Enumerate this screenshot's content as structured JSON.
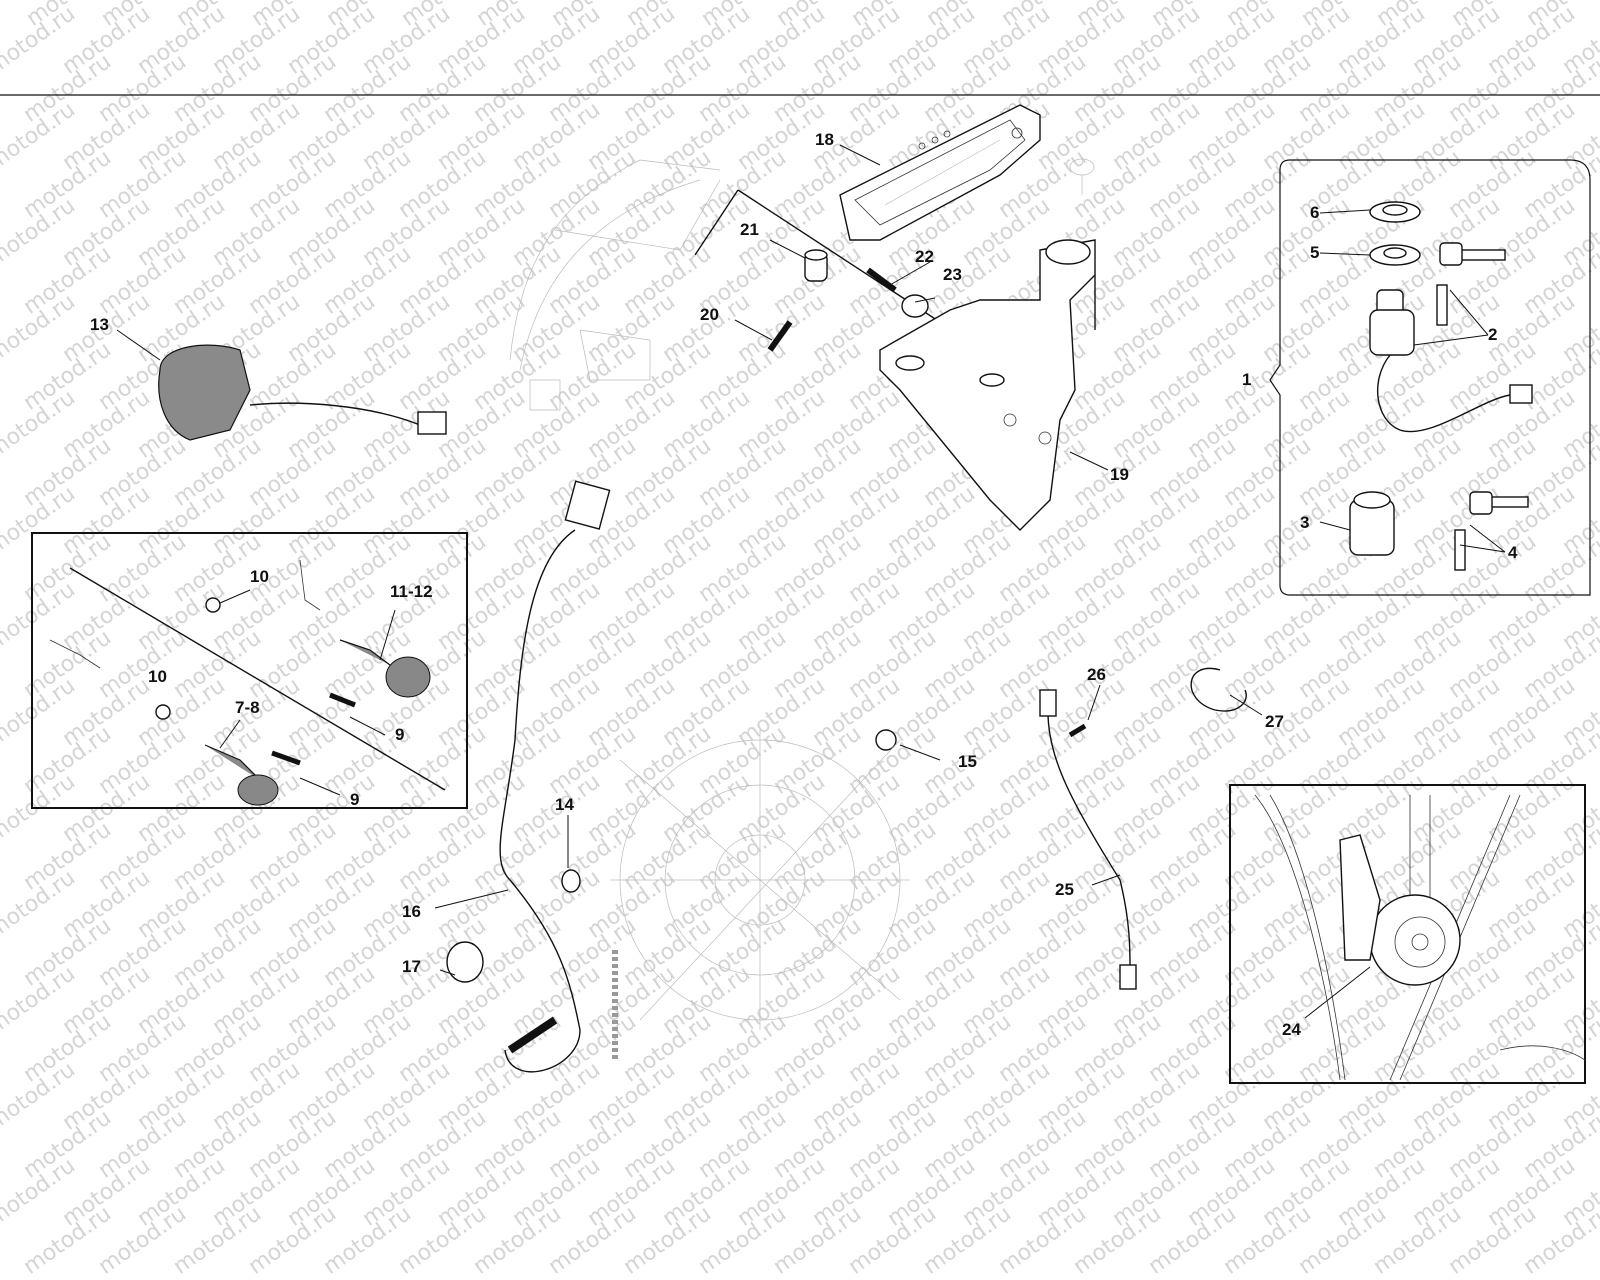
{
  "watermark": "motod.ru",
  "diagram": {
    "type": "exploded parts diagram",
    "callouts": [
      {
        "id": "1",
        "text": "1"
      },
      {
        "id": "2",
        "text": "2"
      },
      {
        "id": "3",
        "text": "3"
      },
      {
        "id": "4",
        "text": "4"
      },
      {
        "id": "5",
        "text": "5"
      },
      {
        "id": "6",
        "text": "6"
      },
      {
        "id": "7-8",
        "text": "7-8"
      },
      {
        "id": "9a",
        "text": "9"
      },
      {
        "id": "9b",
        "text": "9"
      },
      {
        "id": "10a",
        "text": "10"
      },
      {
        "id": "10b",
        "text": "10"
      },
      {
        "id": "11-12",
        "text": "11-12"
      },
      {
        "id": "13",
        "text": "13"
      },
      {
        "id": "14",
        "text": "14"
      },
      {
        "id": "15",
        "text": "15"
      },
      {
        "id": "16",
        "text": "16"
      },
      {
        "id": "17",
        "text": "17"
      },
      {
        "id": "18",
        "text": "18"
      },
      {
        "id": "19",
        "text": "19"
      },
      {
        "id": "20",
        "text": "20"
      },
      {
        "id": "21",
        "text": "21"
      },
      {
        "id": "22",
        "text": "22"
      },
      {
        "id": "23",
        "text": "23"
      },
      {
        "id": "24",
        "text": "24"
      },
      {
        "id": "25",
        "text": "25"
      },
      {
        "id": "26",
        "text": "26"
      },
      {
        "id": "27",
        "text": "27"
      }
    ],
    "parts": {
      "ignition_set": "1",
      "ignition_switch_keys": "2",
      "lock_cylinder": "3",
      "keys": "4",
      "washer": "5",
      "ring_nut": "6",
      "front_indicator_left": "7-8",
      "screw": "9",
      "spacer": "10",
      "front_indicator_right": "11-12",
      "handlebar_switch": "13",
      "grommet": "14",
      "clip": "15",
      "speed_sensor_cable": "16",
      "hose_clamp": "17",
      "instrument_panel": "18",
      "instrument_bracket": "19",
      "screw_20": "20",
      "rubber_21": "21",
      "screw_22": "22",
      "rubber_23": "23",
      "horn": "24",
      "sensor_25": "25",
      "screw_26": "26",
      "cable_tie": "27"
    }
  }
}
